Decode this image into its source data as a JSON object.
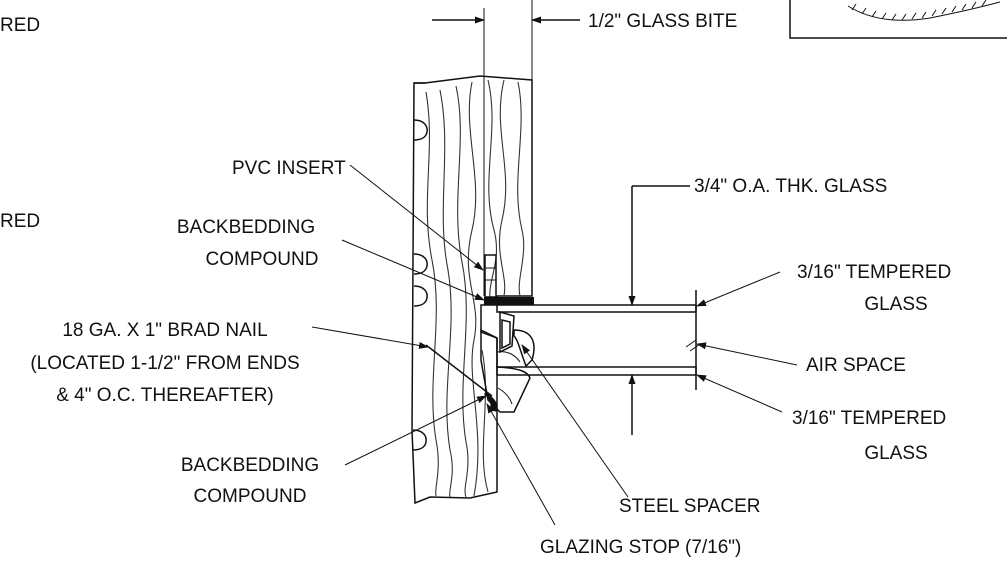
{
  "labels": {
    "edge_top": "RED",
    "edge_mid": "RED",
    "glass_bite": "1/2\" GLASS BITE",
    "pvc_insert": "PVC INSERT",
    "backbedding_top_1": "BACKBEDDING",
    "backbedding_top_2": "COMPOUND",
    "oa_glass": "3/4\" O.A. THK. GLASS",
    "tempered_top_1": "3/16\" TEMPERED",
    "tempered_top_2": "GLASS",
    "brad_1": "18 GA. X 1\" BRAD NAIL",
    "brad_2": "(LOCATED 1-1/2\" FROM ENDS",
    "brad_3": "& 4\" O.C. THEREAFTER)",
    "air_space": "AIR SPACE",
    "tempered_bot_1": "3/16\" TEMPERED",
    "tempered_bot_2": "GLASS",
    "backbedding_bot_1": "BACKBEDDING",
    "backbedding_bot_2": "COMPOUND",
    "steel_spacer": "STEEL SPACER",
    "glazing_stop": "GLAZING STOP (7/16\")"
  },
  "colors": {
    "ink": "#111111",
    "paper": "#ffffff"
  }
}
